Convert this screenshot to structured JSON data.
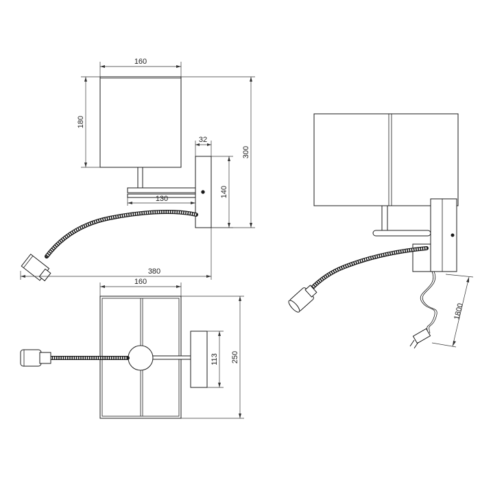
{
  "dimensions": {
    "side_shade_width": "160",
    "side_shade_height": "180",
    "side_backplate_width": "32",
    "side_total_height": "300",
    "side_backplate_height": "140",
    "side_arm_length": "130",
    "side_total_depth": "380",
    "top_shade_width": "160",
    "top_backplate_width": "113",
    "top_total_width": "250",
    "iso_cable_length": "1800"
  }
}
